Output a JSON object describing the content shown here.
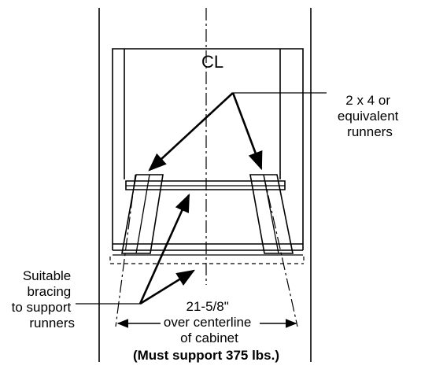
{
  "diagram": {
    "centerline_symbol": "CL",
    "runner_label": [
      "2 x 4 or",
      "equivalent",
      "runners"
    ],
    "bracing_label": [
      "Suitable",
      "bracing",
      "to support",
      "runners"
    ],
    "dimension_label": [
      "21-5/8\"",
      "over centerline",
      "of cabinet"
    ],
    "note": "(Must support 375 lbs.)",
    "colors": {
      "line": "#000000",
      "background": "#ffffff"
    }
  }
}
